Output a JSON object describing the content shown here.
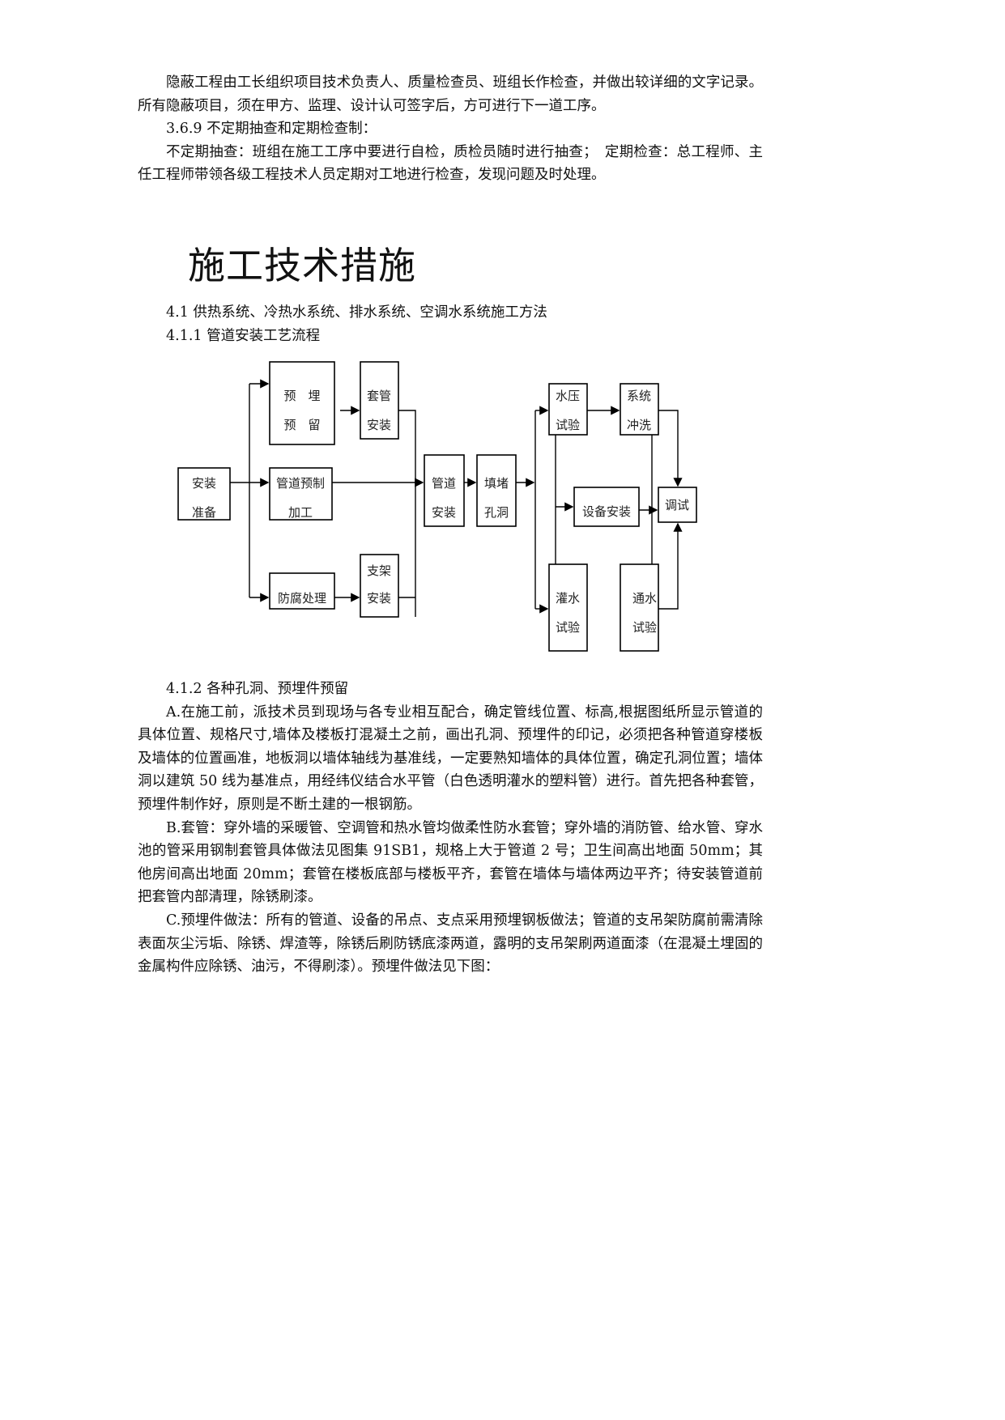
{
  "top": {
    "p1": "隐蔽工程由工长组织项目技术负责人、质量检查员、班组长作检查，并做出较详细的文字记录。所有隐蔽项目，须在甲方、监理、设计认可签字后，方可进行下一道工序。",
    "h369": "3.6.9 不定期抽查和定期检查制：",
    "p2": "不定期抽查：班组在施工工序中要进行自检，质检员随时进行抽查；　定期检查：总工程师、主任工程师带领各级工程技术人员定期对工地进行检查，发现问题及时处理。"
  },
  "heading": "施工技术措施",
  "sec41": "4.1  供热系统、冷热水系统、排水系统、空调水系统施工方法",
  "sec411": "4.1.1 管道安装工艺流程",
  "flow": {
    "prep": [
      "安装",
      "准备"
    ],
    "embed": [
      "预　埋",
      "预　留"
    ],
    "sleeve": [
      "套管",
      "安装"
    ],
    "prefab": [
      "管道预制",
      "加工"
    ],
    "anticorr": "防腐处理",
    "support": [
      "支架",
      "安装"
    ],
    "pipe": [
      "管道",
      "安装"
    ],
    "fill": [
      "填堵",
      "孔洞"
    ],
    "pressure": [
      "水压",
      "试验"
    ],
    "flush": [
      "系统",
      "冲洗"
    ],
    "equip": "设备安装",
    "debug": "调试",
    "irrig": [
      "灌水",
      "试验"
    ],
    "water": [
      "通水",
      "试验"
    ]
  },
  "sec412": "4.1.2 各种孔洞、预埋件预留",
  "pA": "A.在施工前，派技术员到现场与各专业相互配合，确定管线位置、标高,根据图纸所显示管道的具体位置、规格尺寸,墙体及楼板打混凝土之前，画出孔洞、预埋件的印记，必须把各种管道穿楼板及墙体的位置画准，地板洞以墙体轴线为基准线，一定要熟知墙体的具体位置，确定孔洞位置；墙体洞以建筑 50  线为基准点，用经纬仪结合水平管（白色透明灌水的塑料管）进行。首先把各种套管，预埋件制作好，原则是不断土建的一根钢筋。",
  "pB": "B.套管：穿外墙的采暖管、空调管和热水管均做柔性防水套管；穿外墙的消防管、给水管、穿水池的管采用钢制套管具体做法见图集 91SB1，规格上大于管道 2  号；卫生间高出地面 50mm；其他房间高出地面 20mm；套管在楼板底部与楼板平齐，套管在墙体与墙体两边平齐；待安装管道前把套管内部清理，除锈刷漆。",
  "pC": "C.预埋件做法：所有的管道、设备的吊点、支点采用预埋钢板做法；管道的支吊架防腐前需清除表面灰尘污垢、除锈、焊渣等，除锈后刷防锈底漆两道，露明的支吊架刷两道面漆（在混凝土埋固的金属构件应除锈、油污，不得刷漆）。预埋件做法见下图："
}
